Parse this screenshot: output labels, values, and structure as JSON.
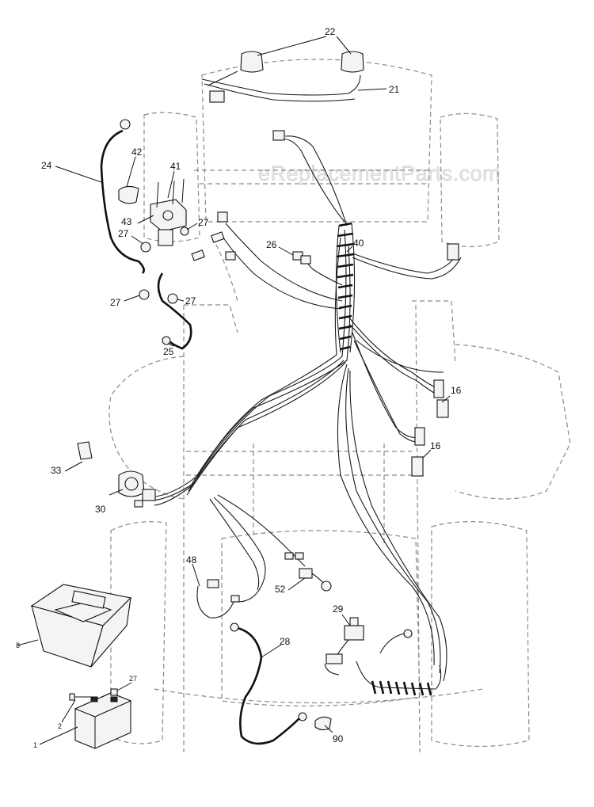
{
  "watermark": "eReplacementParts.com",
  "callouts": {
    "c22": "22",
    "c21": "21",
    "c24": "24",
    "c42": "42",
    "c41": "41",
    "c43": "43",
    "c27a": "27",
    "c27b": "27",
    "c27c": "27",
    "c27d": "27",
    "c27e": "27",
    "c26": "26",
    "c40": "40",
    "c25": "25",
    "c16a": "16",
    "c16b": "16",
    "c33": "33",
    "c30": "30",
    "c48": "48",
    "c52": "52",
    "c8": "8",
    "c29": "29",
    "c28": "28",
    "c2": "2",
    "c1": "1",
    "c90": "90"
  }
}
